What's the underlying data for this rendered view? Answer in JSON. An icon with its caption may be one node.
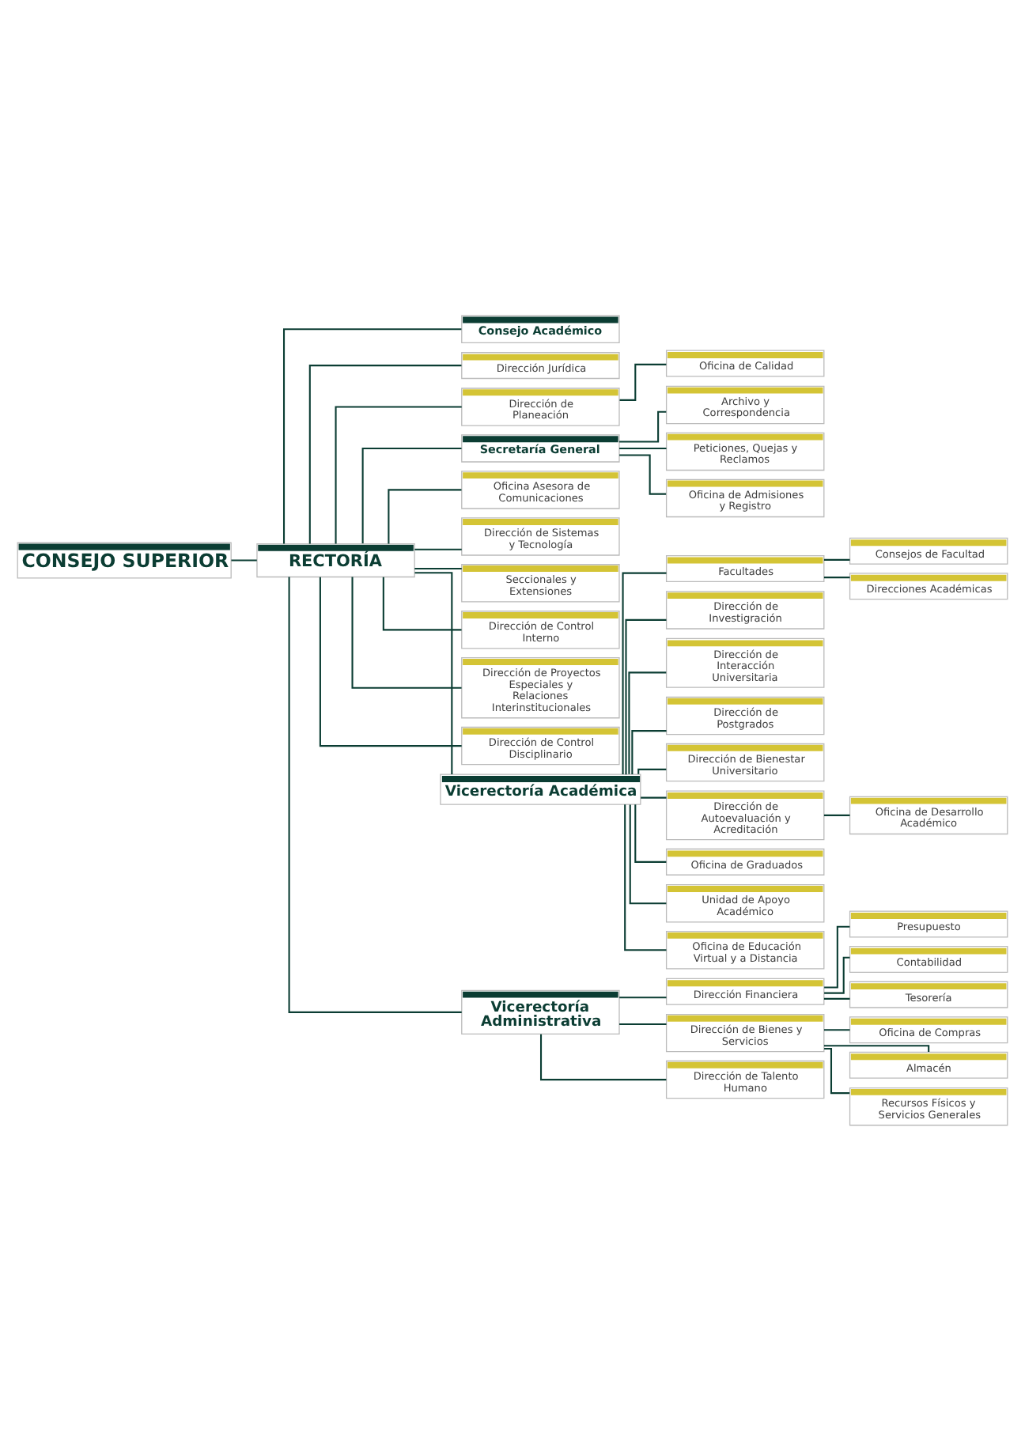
{
  "diagram": {
    "nodes": [
      {
        "text": [
          "CONSEJO SUPERIOR"
        ]
      },
      {
        "text": [
          "RECTORÍA"
        ]
      },
      {
        "text": [
          "Consejo Académico"
        ]
      },
      {
        "text": [
          "Dirección Jurídica"
        ]
      },
      {
        "text": [
          "Dirección de Planeación"
        ]
      },
      {
        "text": [
          "Oficina de Calidad"
        ]
      },
      {
        "text": [
          "Secretaría General"
        ]
      },
      {
        "text": [
          "Archivo y Correspondencia"
        ]
      },
      {
        "text": [
          "Peticiones, Quejas y Reclamos"
        ]
      },
      {
        "text": [
          "Oficina de Admisiones y Registro"
        ]
      },
      {
        "text": [
          "Oficina Asesora de Comunicaciones"
        ]
      },
      {
        "text": [
          "Dirección de Sistemas y Tecnología"
        ]
      },
      {
        "text": [
          "Seccionales y Extensiones"
        ]
      },
      {
        "text": [
          "Dirección de Control Interno"
        ]
      },
      {
        "text": [
          "Dirección de Proyectos Especiales y Relaciones Interinstitucionales"
        ]
      },
      {
        "text": [
          "Dirección de Control Disciplinario"
        ]
      },
      {
        "text": [
          "Vicerectoría Académica"
        ]
      },
      {
        "text": [
          "Vicerectoría Administrativa"
        ]
      },
      {
        "text": [
          "Consejos de Facultad"
        ]
      },
      {
        "text": [
          "Facultades"
        ]
      },
      {
        "text": [
          "Direcciones Académicas"
        ]
      },
      {
        "text": [
          "Dirección Financiera"
        ]
      },
      {
        "text": [
          "Presupuesto"
        ]
      },
      {
        "text": [
          "Contabilidad"
        ]
      },
      {
        "text": [
          "Tesorería"
        ]
      },
      {
        "text": [
          "Dirección de Investigración"
        ]
      },
      {
        "text": [
          "Dirección de Interacción Universitaria"
        ]
      },
      {
        "text": [
          "Dirección de Postgrados"
        ]
      },
      {
        "text": [
          "Dirección de Bienestar Universitario"
        ]
      },
      {
        "text": [
          "Dirección de Bienes y Servicios"
        ]
      },
      {
        "text": [
          "Oficina de Compras"
        ]
      },
      {
        "text": [
          "Almacén"
        ]
      },
      {
        "text": [
          "Recursos Físicos y Servicios Generales"
        ]
      },
      {
        "text": [
          "Dirección de Autoevaluación y Acreditación"
        ]
      },
      {
        "text": [
          "Oficina de Desarrollo Académico"
        ]
      },
      {
        "text": [
          "Oficina de Graduados"
        ]
      },
      {
        "text": [
          "Dirección de Talento Humano"
        ]
      },
      {
        "text": [
          "Unidad de Apoyo Académico"
        ]
      },
      {
        "text": [
          "Oficina de Educación Virtual y a Distancia"
        ]
      }
    ],
    "edges": [
      {
        "from": 0,
        "to": 1,
        "arrow": "none"
      },
      {
        "from": 1,
        "to": 2,
        "arrow": "none"
      },
      {
        "from": 1,
        "to": 3,
        "arrow": "none"
      },
      {
        "from": 1,
        "to": 4,
        "arrow": "none"
      },
      {
        "from": 4,
        "to": 5,
        "arrow": "none"
      },
      {
        "from": 1,
        "to": 6,
        "arrow": "none"
      },
      {
        "from": 6,
        "to": 7,
        "arrow": "none"
      },
      {
        "from": 6,
        "to": 8,
        "arrow": "none"
      },
      {
        "from": 6,
        "to": 9,
        "arrow": "none"
      },
      {
        "from": 1,
        "to": 10,
        "arrow": "none"
      },
      {
        "from": 1,
        "to": 11,
        "arrow": "none"
      },
      {
        "from": 1,
        "to": 12,
        "arrow": "none"
      },
      {
        "from": 1,
        "to": 13,
        "arrow": "none"
      },
      {
        "from": 1,
        "to": 14,
        "arrow": "none"
      },
      {
        "from": 1,
        "to": 15,
        "arrow": "none"
      },
      {
        "from": 1,
        "to": 16,
        "arrow": "none"
      },
      {
        "from": 1,
        "to": 17,
        "arrow": "none"
      },
      {
        "from": 19,
        "to": 18,
        "arrow": "none"
      },
      {
        "from": 16,
        "to": 19,
        "arrow": "none"
      },
      {
        "from": 19,
        "to": 20,
        "arrow": "none"
      },
      {
        "from": 17,
        "to": 21,
        "arrow": "none"
      },
      {
        "from": 21,
        "to": 22,
        "arrow": "none"
      },
      {
        "from": 21,
        "to": 23,
        "arrow": "none"
      },
      {
        "from": 21,
        "to": 24,
        "arrow": "none"
      },
      {
        "from": 16,
        "to": 25,
        "arrow": "none"
      },
      {
        "from": 16,
        "to": 26,
        "arrow": "none"
      },
      {
        "from": 16,
        "to": 27,
        "arrow": "none"
      },
      {
        "from": 16,
        "to": 28,
        "arrow": "none"
      },
      {
        "from": 17,
        "to": 29,
        "arrow": "none"
      },
      {
        "from": 29,
        "to": 30,
        "arrow": "none"
      },
      {
        "from": 29,
        "to": 31,
        "arrow": "none"
      },
      {
        "from": 29,
        "to": 32,
        "arrow": "none"
      },
      {
        "from": 16,
        "to": 33,
        "arrow": "none"
      },
      {
        "from": 33,
        "to": 34,
        "arrow": "none"
      },
      {
        "from": 16,
        "to": 35,
        "arrow": "none"
      },
      {
        "from": 17,
        "to": 36,
        "arrow": "none"
      },
      {
        "from": 16,
        "to": 37,
        "arrow": "none"
      },
      {
        "from": 16,
        "to": 38,
        "arrow": "none"
      }
    ]
  }
}
